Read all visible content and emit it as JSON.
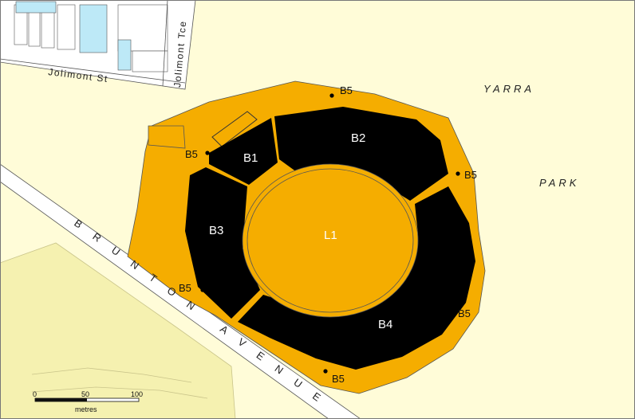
{
  "colors": {
    "background": "#fffcd8",
    "boundary": "#f5ad00",
    "building": "#000000",
    "road": "#ffffff",
    "water": "#bde9f7",
    "parkland": "#f5f1b0"
  },
  "labels": {
    "park_word_1": "YARRA",
    "park_word_2": "PARK",
    "street_jolimont_st": "Jolimont St",
    "street_jolimont_tce": "Jolimont Tce",
    "road": "BRUNTON AVENUE"
  },
  "features": {
    "ground": "L1",
    "stand_b1": "B1",
    "stand_b2": "B2",
    "stand_b3": "B3",
    "stand_b4": "B4",
    "markers": [
      "B5",
      "B5",
      "B5",
      "B5",
      "B5",
      "B5"
    ]
  },
  "scale_bar": {
    "ticks": [
      "0",
      "50",
      "100"
    ],
    "unit": "metres"
  }
}
